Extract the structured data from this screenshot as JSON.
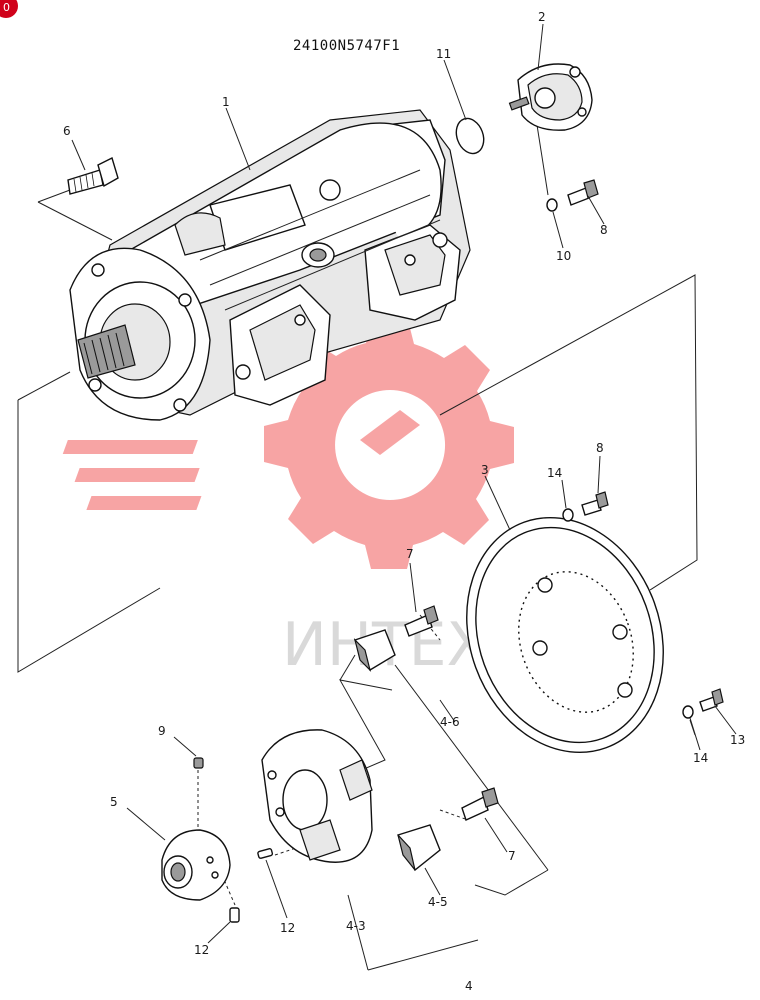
{
  "drawing_number": "24100N5747F1",
  "watermark": {
    "text": "ИНТЕХ",
    "color": "#f05a5a"
  },
  "corner_badge": {
    "text": "0",
    "color": "#d0021b"
  },
  "callouts": [
    {
      "id": "1",
      "text": "1"
    },
    {
      "id": "2",
      "text": "2"
    },
    {
      "id": "3",
      "text": "3"
    },
    {
      "id": "6",
      "text": "6"
    },
    {
      "id": "7a",
      "text": "7"
    },
    {
      "id": "7b",
      "text": "7"
    },
    {
      "id": "8a",
      "text": "8"
    },
    {
      "id": "8b",
      "text": "8"
    },
    {
      "id": "9",
      "text": "9"
    },
    {
      "id": "10",
      "text": "10"
    },
    {
      "id": "11",
      "text": "11"
    },
    {
      "id": "12a",
      "text": "12"
    },
    {
      "id": "12b",
      "text": "12"
    },
    {
      "id": "13",
      "text": "13"
    },
    {
      "id": "14a",
      "text": "14"
    },
    {
      "id": "14b",
      "text": "14"
    },
    {
      "id": "4",
      "text": "4"
    },
    {
      "id": "4-3",
      "text": "4-3"
    },
    {
      "id": "4-5",
      "text": "4-5"
    },
    {
      "id": "4-6",
      "text": "4-6"
    },
    {
      "id": "5",
      "text": "5"
    }
  ]
}
